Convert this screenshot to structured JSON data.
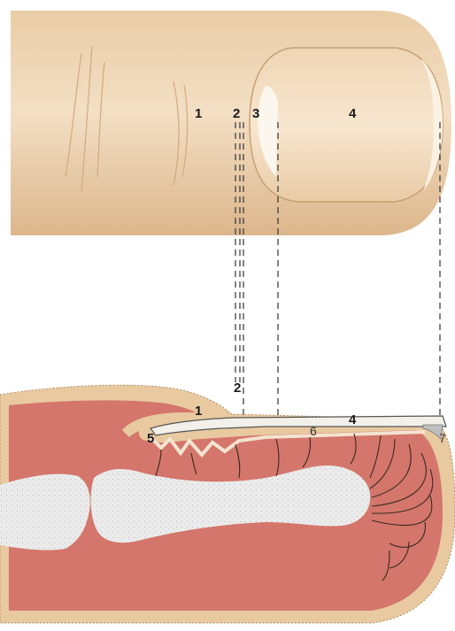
{
  "labels": {
    "top": {
      "l1": "1",
      "l2": "2",
      "l3": "3",
      "l4": "4"
    },
    "bottom": {
      "l1": "1",
      "l2": "2",
      "l4": "4",
      "l5": "5",
      "l6": "6",
      "l7": "7"
    }
  },
  "colors": {
    "skin": "#e8c9a0",
    "skin_light": "#f6e7d1",
    "skin_dark": "#d6b084",
    "nail": "#f3f0ea",
    "tissue": "#d4766b",
    "bone": "#ececec",
    "line": "#3a2a22"
  }
}
